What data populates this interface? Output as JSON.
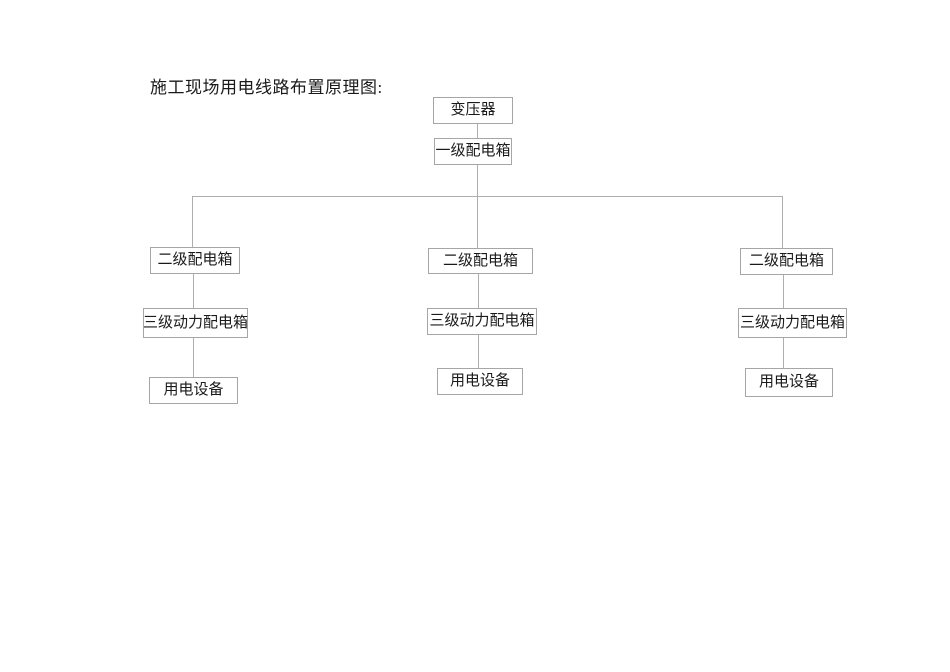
{
  "document": {
    "title": "施工现场用电线路布置原理图:"
  },
  "diagram": {
    "type": "tree",
    "description": "construction-site power distribution schematic",
    "root": {
      "label": "变压器"
    },
    "level1": {
      "label": "一级配电箱"
    },
    "branches": [
      {
        "level2": {
          "label": "二级配电箱"
        },
        "level3": {
          "label": "三级动力配电箱"
        },
        "device": {
          "label": "用电设备"
        }
      },
      {
        "level2": {
          "label": "二级配电箱"
        },
        "level3": {
          "label": "三级动力配电箱"
        },
        "device": {
          "label": "用电设备"
        }
      },
      {
        "level2": {
          "label": "二级配电箱"
        },
        "level3": {
          "label": "三级动力配电箱"
        },
        "device": {
          "label": "用电设备"
        }
      }
    ]
  },
  "colors": {
    "page_background": "#ffffff",
    "box_border": "#a6a6a6",
    "connector_line": "#aeaeae",
    "text": "#1a1a1a"
  }
}
